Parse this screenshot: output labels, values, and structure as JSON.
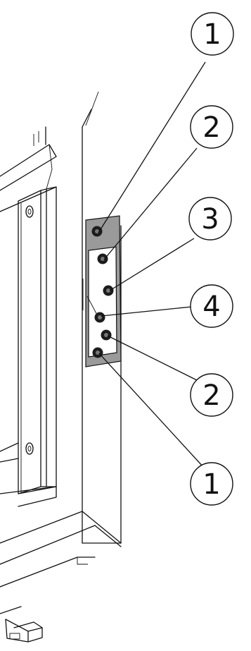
{
  "callouts": [
    {
      "id": "c1-top",
      "label": "1"
    },
    {
      "id": "c2-top",
      "label": "2"
    },
    {
      "id": "c3",
      "label": "3"
    },
    {
      "id": "c4",
      "label": "4"
    },
    {
      "id": "c2-bottom",
      "label": "2"
    },
    {
      "id": "c1-bottom",
      "label": "1"
    }
  ],
  "colors": {
    "line": "#111111",
    "plate": "#9a9a9a",
    "screw_head": "#1c1c1c",
    "background": "#ffffff"
  }
}
